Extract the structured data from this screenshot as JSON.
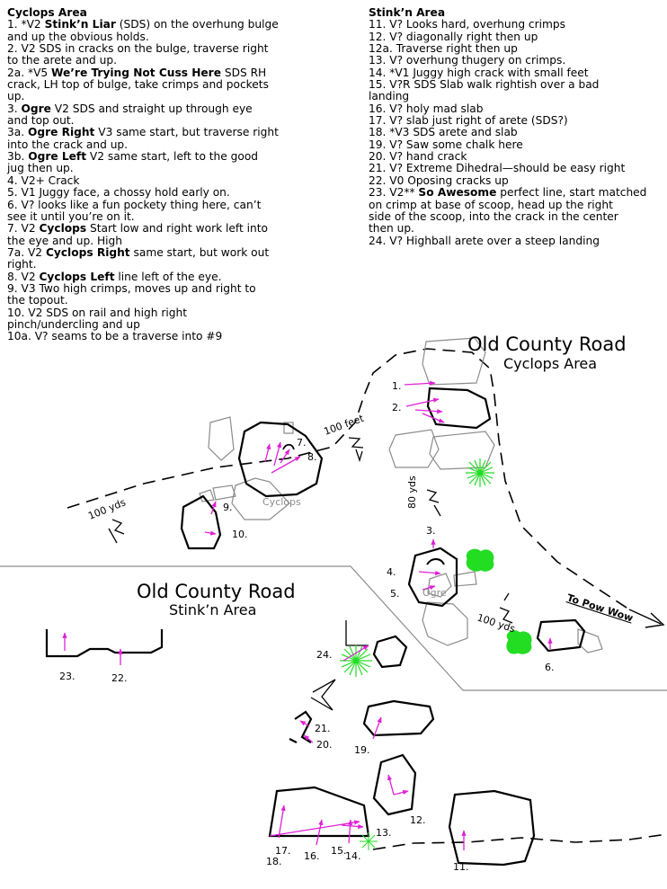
{
  "cyclops_list": {
    "heading": "Cyclops Area",
    "lines": [
      [
        {
          "t": "1.   *V2 "
        },
        {
          "t": "Stink’n Liar",
          "b": true
        },
        {
          "t": " (SDS) on the overhung bulge"
        }
      ],
      [
        {
          "t": "and up the obvious holds."
        }
      ],
      [
        {
          "t": "2.  V2 SDS in cracks on the bulge, traverse right"
        }
      ],
      [
        {
          "t": "to the arete and up."
        }
      ],
      [
        {
          "t": "2a. *V5 "
        },
        {
          "t": "We’re Trying Not Cuss Here",
          "b": true
        },
        {
          "t": " SDS RH"
        }
      ],
      [
        {
          "t": "crack, LH top of bulge, take crimps and pockets"
        }
      ],
      [
        {
          "t": "up."
        }
      ],
      [
        {
          "t": "3.   "
        },
        {
          "t": "Ogre",
          "b": true
        },
        {
          "t": " V2 SDS and straight up through eye"
        }
      ],
      [
        {
          "t": "and top out."
        }
      ],
      [
        {
          "t": "3a. "
        },
        {
          "t": "Ogre Right",
          "b": true
        },
        {
          "t": " V3 same start, but traverse right"
        }
      ],
      [
        {
          "t": "into the crack and up."
        }
      ],
      [
        {
          "t": "3b. "
        },
        {
          "t": "Ogre Left",
          "b": true
        },
        {
          "t": " V2 same start, left to the good"
        }
      ],
      [
        {
          "t": "jug then up."
        }
      ],
      [
        {
          "t": "4.   V2+ Crack"
        }
      ],
      [
        {
          "t": "5.   V1 Juggy face, a chossy hold early on."
        }
      ],
      [
        {
          "t": "6. V? looks like a fun pockety thing here, can’t"
        }
      ],
      [
        {
          "t": "see it until you’re on it."
        }
      ],
      [
        {
          "t": "7.   V2 "
        },
        {
          "t": "Cyclops",
          "b": true
        },
        {
          "t": " Start low and right work left into"
        }
      ],
      [
        {
          "t": "the eye and up.   High"
        }
      ],
      [
        {
          "t": "7a. V2 "
        },
        {
          "t": "Cyclops Right",
          "b": true
        },
        {
          "t": " same start, but work out"
        }
      ],
      [
        {
          "t": "right."
        }
      ],
      [
        {
          "t": "8.   V2 "
        },
        {
          "t": "Cyclops Left",
          "b": true
        },
        {
          "t": " line left of the eye."
        }
      ],
      [
        {
          "t": "9.   V3 Two high crimps, moves up and right to"
        }
      ],
      [
        {
          "t": "the topout."
        }
      ],
      [
        {
          "t": "10. V2 SDS on rail and high right"
        }
      ],
      [
        {
          "t": "pinch/undercling and up"
        }
      ],
      [
        {
          "t": "10a. V? seams to be a traverse into #9"
        }
      ]
    ]
  },
  "stinkn_list": {
    "heading": "Stink’n Area",
    "lines": [
      [
        {
          "t": "11.  V? Looks hard, overhung crimps"
        }
      ],
      [
        {
          "t": "12.  V? diagonally right then up"
        }
      ],
      [
        {
          "t": "12a.   Traverse right then up"
        }
      ],
      [
        {
          "t": "13.  V? overhung thugery on crimps."
        }
      ],
      [
        {
          "t": "14. *V1 Juggy high crack with small feet"
        }
      ],
      [
        {
          "t": "15.  V?R SDS Slab walk rightish over a bad"
        }
      ],
      [
        {
          "t": "landing"
        }
      ],
      [
        {
          "t": "16.  V? holy mad slab"
        }
      ],
      [
        {
          "t": "17.  V? slab just right of arete (SDS?)"
        }
      ],
      [
        {
          "t": "18.  *V3 SDS arete and slab"
        }
      ],
      [
        {
          "t": "19.  V? Saw some chalk here"
        }
      ],
      [
        {
          "t": "20.  V? hand crack"
        }
      ],
      [
        {
          "t": "21.  V? Extreme Dihedral—should be easy right"
        }
      ],
      [
        {
          "t": "22.  V0 Oposing cracks up"
        }
      ],
      [
        {
          "t": "23. V2** "
        },
        {
          "t": "So Awesome",
          "b": true
        },
        {
          "t": " perfect line, start matched"
        }
      ],
      [
        {
          "t": "on crimp at base of scoop, head up the right"
        }
      ],
      [
        {
          "t": "side of the scoop, into the crack in the center"
        }
      ],
      [
        {
          "t": "then up."
        }
      ],
      [
        {
          "t": "24.  V? Highball arete over a steep landing"
        }
      ]
    ]
  },
  "map_labels": {
    "area_top_road": "Old County Road",
    "area_top_name": "Cyclops Area",
    "area_bottom_road": "Old County Road",
    "area_bottom_name": "Stink’n Area",
    "dist_100ft": "100 feet",
    "dist_100yds_left": "100 yds",
    "dist_80yds": "80 yds",
    "dist_100yds_right": "100 yds",
    "to_pow_wow": "To Pow Wow",
    "boulder_cyclops": "Cyclops",
    "boulder_ogre": "Ogre"
  },
  "problem_labels": {
    "p1": "1.",
    "p2": "2.",
    "p3": "3.",
    "p4": "4.",
    "p5": "5.",
    "p6": "6.",
    "p7": "7.",
    "p8": "8.",
    "p9": "9.",
    "p10": "10.",
    "p11": "11.",
    "p12": "12.",
    "p13": "13.",
    "p14": "14.",
    "p15": "15.",
    "p16": "16.",
    "p17": "17.",
    "p18": "18.",
    "p19": "19.",
    "p20": "20.",
    "p21": "21.",
    "p22": "22.",
    "p23": "23.",
    "p24": "24."
  },
  "colors": {
    "ink": "#000000",
    "gray_boulder": "#8c8c8c",
    "arrow": "#e020d8",
    "tree": "#22dd22"
  }
}
